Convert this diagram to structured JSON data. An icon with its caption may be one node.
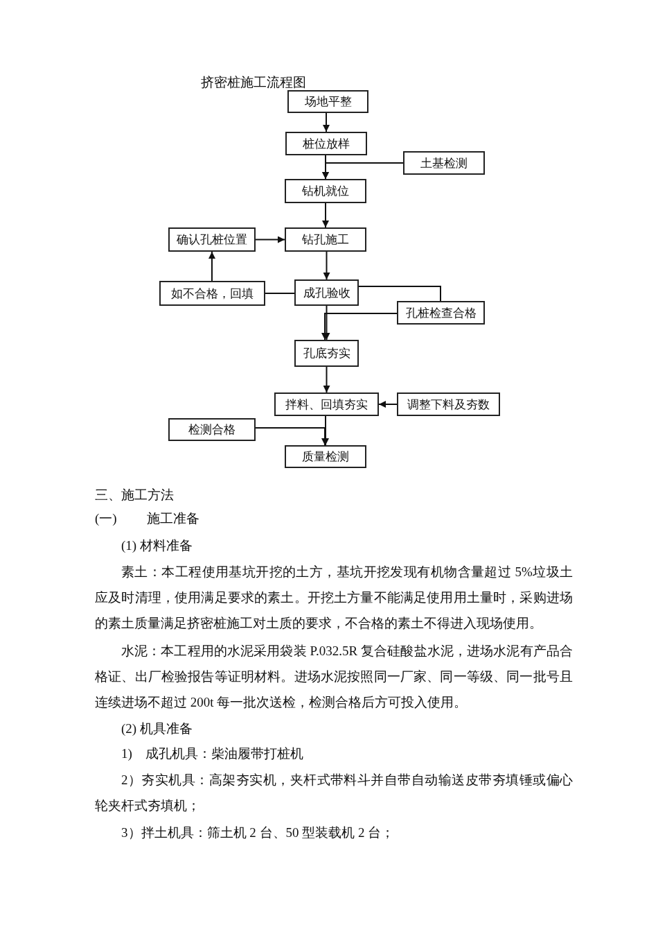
{
  "diagram": {
    "title": "挤密桩施工流程图",
    "nodes": [
      {
        "text": [
          "场地平整"
        ]
      },
      {
        "text": [
          "桩位放样"
        ]
      },
      {
        "text": [
          "土基检测"
        ]
      },
      {
        "text": [
          "钻机就位"
        ]
      },
      {
        "text": [
          "确认孔桩位置"
        ]
      },
      {
        "text": [
          "钻孔施工"
        ]
      },
      {
        "text": [
          "如不合格，回填"
        ]
      },
      {
        "text": [
          "成孔验收"
        ]
      },
      {
        "text": [
          "孔桩检查合格"
        ]
      },
      {
        "text": [
          "孔底夯实"
        ]
      },
      {
        "text": [
          "拌料、回填夯实"
        ]
      },
      {
        "text": [
          "调整下料及夯数"
        ]
      },
      {
        "text": [
          "检测合格"
        ]
      },
      {
        "text": [
          "质量检测"
        ]
      }
    ],
    "edges": [
      {
        "from": 0,
        "to": 1,
        "arrow": "to"
      },
      {
        "from": 1,
        "to": 3,
        "arrow": "to"
      },
      {
        "from": 2,
        "to": 3,
        "arrow": "to"
      },
      {
        "from": 3,
        "to": 5,
        "arrow": "to"
      },
      {
        "from": 4,
        "to": 5,
        "arrow": "to"
      },
      {
        "from": 5,
        "to": 7,
        "arrow": "to"
      },
      {
        "from": 6,
        "to": 4,
        "arrow": "to"
      },
      {
        "from": 7,
        "to": 6,
        "arrow": "none"
      },
      {
        "from": 7,
        "to": 8,
        "arrow": "none"
      },
      {
        "from": 7,
        "to": 9,
        "arrow": "to"
      },
      {
        "from": 8,
        "to": 9,
        "arrow": "to"
      },
      {
        "from": 9,
        "to": 10,
        "arrow": "to"
      },
      {
        "from": 11,
        "to": 10,
        "arrow": "to"
      },
      {
        "from": 10,
        "to": 13,
        "arrow": "to"
      },
      {
        "from": 12,
        "to": 13,
        "arrow": "to"
      }
    ],
    "labels": [
      "三、施工方法",
      "(一)",
      "施工准备",
      "(1) 材料准备",
      "素土：本工程使用基坑开挖的土方，基坑开挖发现有机物含量超过 5%垃圾土应及时清理，使用满足要求的素土。开挖土方量不能满足使用用土量时，采购进场的素土质量满足挤密桩施工对土质的要求，不合格的素土不得进入现场使用。",
      "水泥：本工程用的水泥采用袋装 P.032.5R 复合硅酸盐水泥，进场水泥有产品合格证、出厂检验报告等证明材料。进场水泥按照同一厂家、同一等级、同一批号且连续进场不超过 200t 每一批次送检，检测合格后方可投入使用。",
      "(2) 机具准备",
      "1)　成孔机具：柴油履带打桩机",
      "2）夯实机具：高架夯实机，夹杆式带料斗并自带自动输送皮带夯填锤或偏心轮夹杆式夯填机；",
      "3）拌土机具：筛土机 2 台、50 型装载机 2 台；"
    ]
  }
}
